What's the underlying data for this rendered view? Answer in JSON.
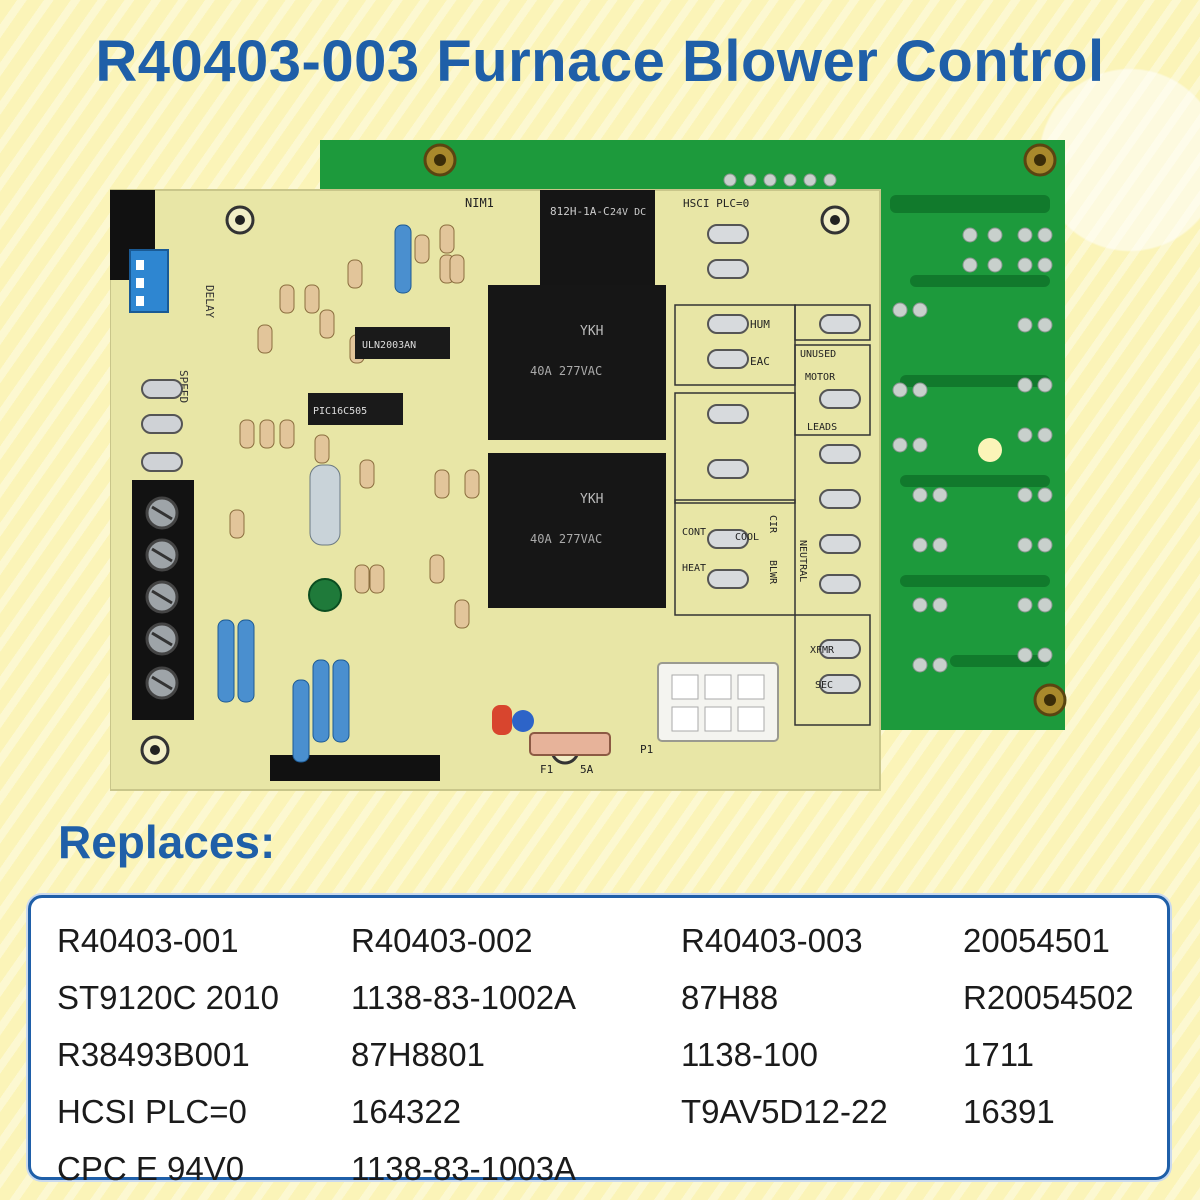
{
  "title": "R40403-003 Furnace Blower Control",
  "replaces_label": "Replaces:",
  "replacement_parts": [
    "R40403-001",
    "R40403-002",
    "R40403-003",
    "20054501",
    "ST9120C 2010",
    "1138-83-1002A",
    "87H88",
    "R20054502",
    "R38493B001",
    "87H8801",
    "1138-100",
    "1711",
    "HCSI PLC=0",
    "164322",
    "T9AV5D12-22",
    "16391",
    "CPC E 94V0",
    "1138-83-1003A",
    "",
    ""
  ],
  "colors": {
    "title_blue": "#1f5fa8",
    "background": "#fbf4b8",
    "board_yellow": "#e8e6a6",
    "board_green": "#1d9a3c"
  },
  "board_labels": {
    "nim": "NIM1",
    "relay_k1": "812H-1A-C",
    "relay_k1_rating": "24V DC",
    "delay": "DELAY",
    "speed": "SPEED",
    "hum": "HUM",
    "eac": "EAC",
    "unused": "UNUSED",
    "motor": "MOTOR",
    "leads": "LEADS",
    "neutral": "NEUTRAL",
    "cont": "CONT",
    "cool": "COOL",
    "heat": "HEAT",
    "cir": "CIR",
    "blwr": "BLWR",
    "xfmr": "XFMR",
    "sec": "SEC",
    "fuse": "5A",
    "fuse_id": "F1",
    "p1": "P1",
    "hsci": "HSCI PLC=0",
    "ic1": "ULN2003AN",
    "ic2": "PIC16C505",
    "relay_k2": "40A 277VAC",
    "relay_k3": "40A 277VAC",
    "relay_brand": "YKH"
  }
}
